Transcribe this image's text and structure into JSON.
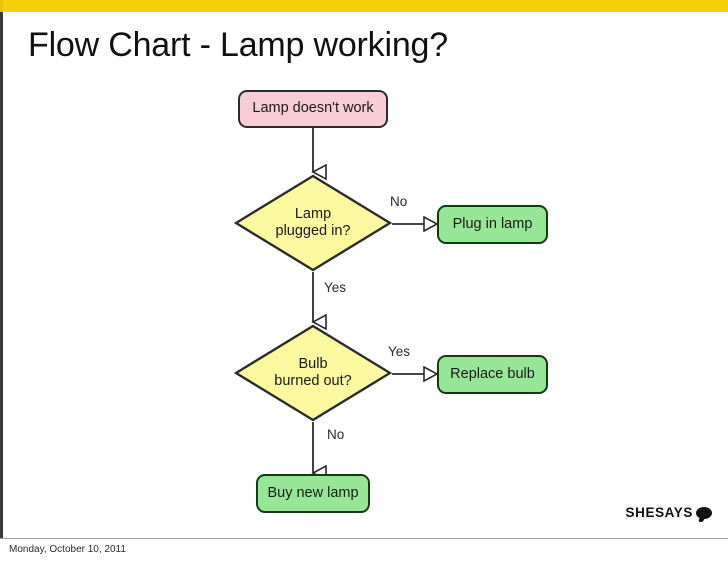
{
  "slide": {
    "title": "Flow Chart - Lamp working?",
    "footer_date": "Monday, October 10, 2011",
    "accent_color": "#f5d00b"
  },
  "brand": {
    "name": "SHESAYS",
    "bubble_icon": "speech-bubble-icon"
  },
  "chart_data": {
    "type": "flowchart",
    "title": "Flow Chart - Lamp working?",
    "colors": {
      "start": "#f8cdd5",
      "decision": "#fbf8a0",
      "action": "#97e697",
      "stroke": "#2b2b2b"
    },
    "nodes": [
      {
        "id": "start",
        "label": "Lamp doesn't work",
        "shape": "rounded-rect",
        "fill": "#f8cdd5"
      },
      {
        "id": "plugged",
        "label": "Lamp\nplugged in?",
        "line1": "Lamp",
        "line2": "plugged in?",
        "shape": "diamond",
        "fill": "#fbf8a0"
      },
      {
        "id": "plug",
        "label": "Plug in lamp",
        "shape": "rounded-rect",
        "fill": "#97e697"
      },
      {
        "id": "burned",
        "label": "Bulb\nburned out?",
        "line1": "Bulb",
        "line2": "burned out?",
        "shape": "diamond",
        "fill": "#fbf8a0"
      },
      {
        "id": "replace",
        "label": "Replace bulb",
        "shape": "rounded-rect",
        "fill": "#97e697"
      },
      {
        "id": "buy",
        "label": "Buy new lamp",
        "shape": "rounded-rect",
        "fill": "#97e697"
      }
    ],
    "edges": [
      {
        "from": "start",
        "to": "plugged",
        "label": "",
        "direction": "down"
      },
      {
        "from": "plugged",
        "to": "plug",
        "label": "No",
        "direction": "right"
      },
      {
        "from": "plugged",
        "to": "burned",
        "label": "Yes",
        "direction": "down"
      },
      {
        "from": "burned",
        "to": "replace",
        "label": "Yes",
        "direction": "right"
      },
      {
        "from": "burned",
        "to": "buy",
        "label": "No",
        "direction": "down"
      }
    ]
  }
}
